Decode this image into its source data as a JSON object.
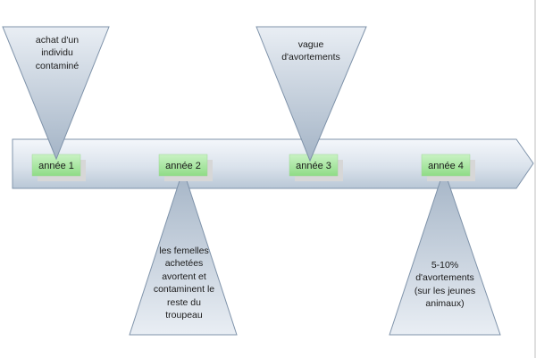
{
  "timeline": {
    "years": [
      {
        "label": "année 1"
      },
      {
        "label": "année 2"
      },
      {
        "label": "année 3"
      },
      {
        "label": "année 4"
      }
    ]
  },
  "callouts": [
    {
      "id": "c1",
      "text": "achat d'un individu contaminé"
    },
    {
      "id": "c2",
      "text": "les femelles achetées avortent et contaminent le reste du troupeau"
    },
    {
      "id": "c3",
      "text": "vague d'avortements"
    },
    {
      "id": "c4",
      "text": "5-10% d'avortements (sur les jeunes animaux)"
    }
  ],
  "colors": {
    "arrow_top": "#f4f7fb",
    "arrow_bottom": "#b9c7d6",
    "arrow_stroke": "#8094ab",
    "triangle_light": "#e9eef4",
    "triangle_dark": "#a4b4c6",
    "triangle_stroke": "#7f93aa",
    "year_box_top": "#c9f2c4",
    "year_box_bottom": "#8fdc86",
    "year_box_shadow": "#d7d7d7"
  }
}
